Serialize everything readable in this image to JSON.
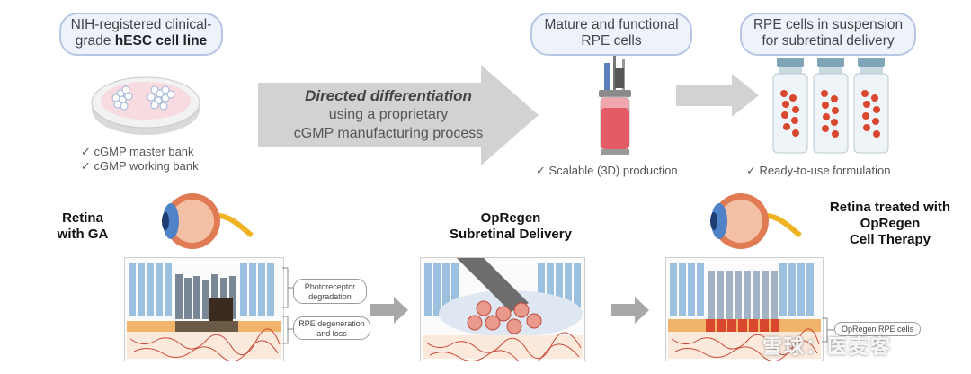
{
  "source_box": {
    "line1": "NIH-registered clinical-",
    "line2_prefix": "grade ",
    "line2_bold": "hESC cell line"
  },
  "source_checks": [
    "✓ cGMP master bank",
    "✓ cGMP working bank"
  ],
  "process_arrow": {
    "title": "Directed differentiation",
    "line2": "using a proprietary",
    "line3": "cGMP manufacturing process"
  },
  "mature_box": {
    "line1": "Mature and functional",
    "line2": "RPE cells"
  },
  "mature_check": "✓ Scalable (3D) production",
  "suspension_box": {
    "line1": "RPE cells in suspension",
    "line2": "for subretinal delivery"
  },
  "suspension_check": "✓ Ready-to-use formulation",
  "retina_ga": {
    "line1": "Retina",
    "line2": "with GA"
  },
  "delivery": {
    "line1": "OpRegen",
    "line2": "Subretinal Delivery"
  },
  "treated": {
    "line1": "Retina treated with",
    "line2": "OpRegen",
    "line3": "Cell Therapy"
  },
  "callouts": {
    "photoreceptor_1": "Photoreceptor",
    "photoreceptor_2": "degradation",
    "rpe_1": "RPE degeneration",
    "rpe_2": "and loss",
    "opregen": "OpRegen RPE cells"
  },
  "watermark": "雪球：医麦客",
  "colors": {
    "pill_border": "#b7c6e3",
    "pill_fill": "#eef2fa",
    "arrow_gray": "#cfcfcf",
    "rpe_red": "#d9472f",
    "photoreceptor_blue": "#9cc1e0"
  }
}
